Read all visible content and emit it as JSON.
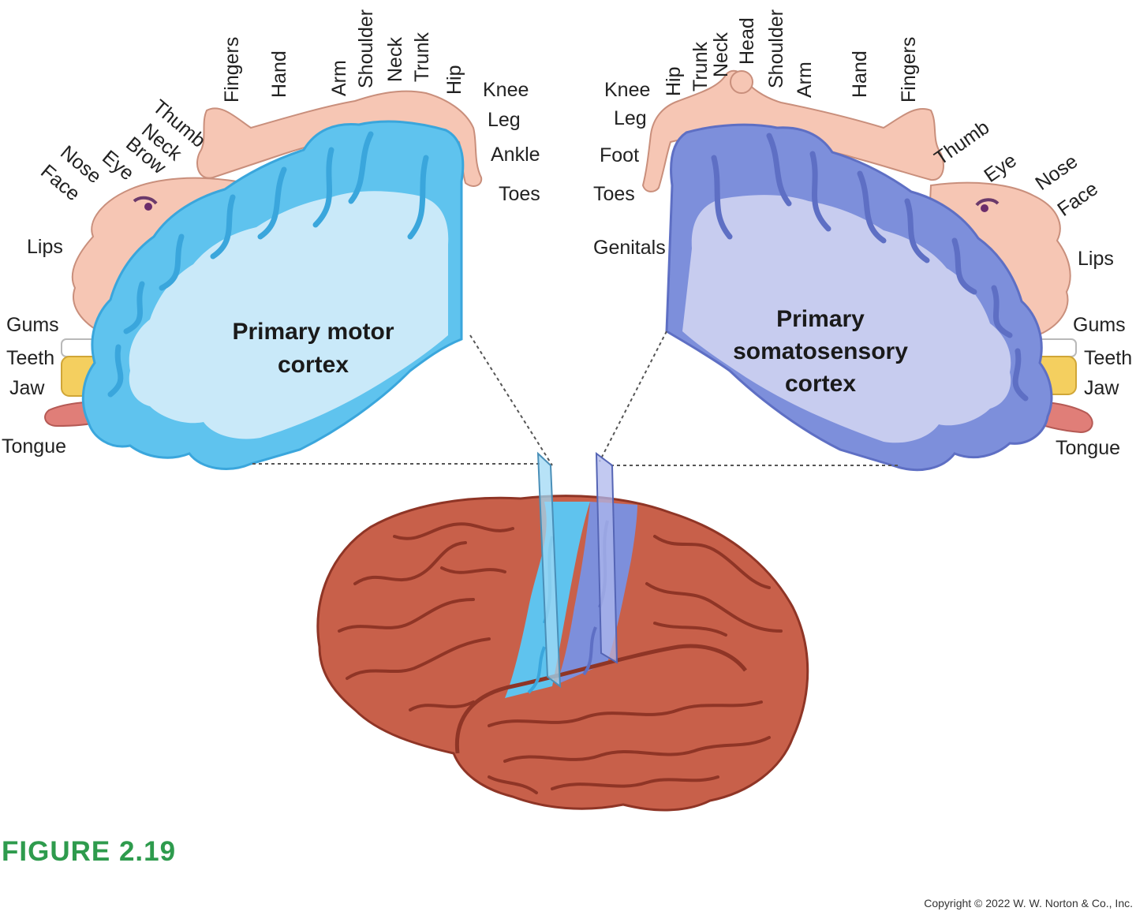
{
  "figure_label": "FIGURE 2.19",
  "copyright": "Copyright © 2022 W. W. Norton & Co., Inc.",
  "colors": {
    "motor": "#5fc3ee",
    "motor_dark": "#3aa6dc",
    "motor_light": "#c9e9f9",
    "sensory": "#7d8fdb",
    "sensory_dark": "#5e6fc4",
    "sensory_light": "#c7ccef",
    "brain": "#c8604a",
    "brain_dark": "#8f3526",
    "homunculus": "#f6c6b4",
    "figure_label": "#2e9b4d"
  },
  "motor": {
    "title_lines": [
      "Primary motor",
      "cortex"
    ],
    "labels": {
      "fingers": "Fingers",
      "hand": "Hand",
      "arm": "Arm",
      "shoulder": "Shoulder",
      "neck_top": "Neck",
      "trunk": "Trunk",
      "hip": "Hip",
      "thumb": "Thumb",
      "neck": "Neck",
      "brow": "Brow",
      "eye": "Eye",
      "nose": "Nose",
      "face": "Face",
      "knee": "Knee",
      "leg": "Leg",
      "ankle": "Ankle",
      "toes": "Toes",
      "lips": "Lips",
      "gums": "Gums",
      "teeth": "Teeth",
      "jaw": "Jaw",
      "tongue": "Tongue"
    }
  },
  "sensory": {
    "title_lines": [
      "Primary",
      "somatosensory",
      "cortex"
    ],
    "labels": {
      "hip": "Hip",
      "trunk": "Trunk",
      "neck": "Neck",
      "head": "Head",
      "shoulder": "Shoulder",
      "arm": "Arm",
      "hand": "Hand",
      "fingers": "Fingers",
      "knee": "Knee",
      "leg": "Leg",
      "foot": "Foot",
      "toes": "Toes",
      "genitals": "Genitals",
      "thumb": "Thumb",
      "eye": "Eye",
      "nose": "Nose",
      "face": "Face",
      "lips": "Lips",
      "gums": "Gums",
      "teeth": "Teeth",
      "jaw": "Jaw",
      "tongue": "Tongue"
    }
  }
}
